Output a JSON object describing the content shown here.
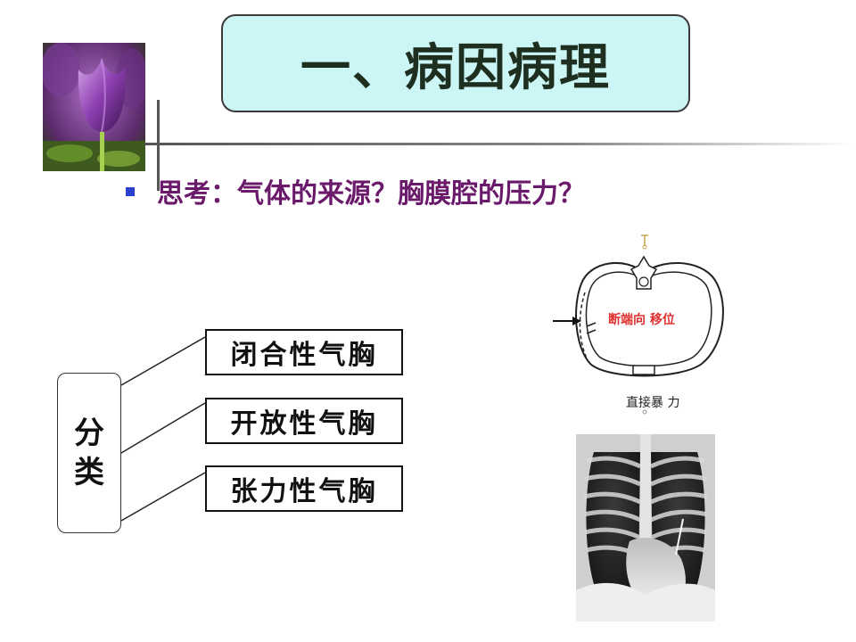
{
  "title": "一、病因病理",
  "question": "思考：气体的来源？胸膜腔的压力？",
  "classification": {
    "label_chars": [
      "分",
      "类"
    ],
    "types": [
      "闭合性气胸",
      "开放性气胸",
      "张力性气胸"
    ]
  },
  "chest_diagram": {
    "displacement_label": "断端向  移位",
    "force_label": "直接暴 力"
  },
  "colors": {
    "title_bg": "#ccf6f6",
    "question_text": "#6b1a6b",
    "bullet": "#2b3fd0",
    "diagram_red": "#e03030"
  }
}
